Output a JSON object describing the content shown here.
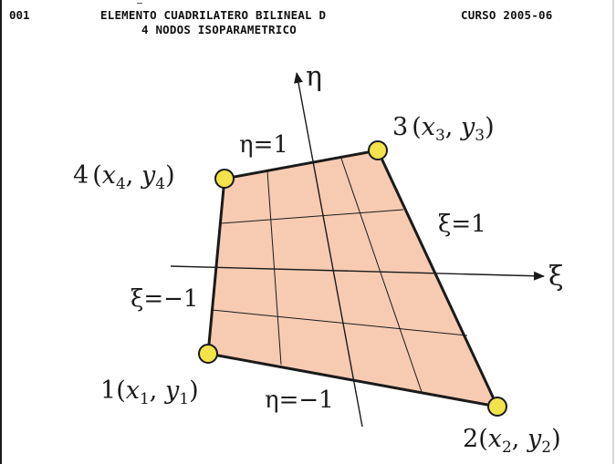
{
  "header": {
    "number": "001",
    "title_line1": "ELEMENTO CUADRILATERO BILINEAL D",
    "title_line2": "4 NODOS ISOPARAMETRICO",
    "course": "CURSO 2005-06"
  },
  "colors": {
    "fill": "#f7cbb2",
    "node": "#f2e34a",
    "line": "#1a1a1a"
  },
  "axes": {
    "eta_symbol": "η",
    "xi_symbol": "ξ"
  },
  "edges": {
    "top": "η=1",
    "bottom": "η=−1",
    "right": "ξ=1",
    "left": "ξ=−1"
  },
  "nodes": [
    {
      "num": "1",
      "x": "x",
      "xs": "1",
      "y": "y",
      "ys": "1"
    },
    {
      "num": "2",
      "x": "x",
      "xs": "2",
      "y": "y",
      "ys": "2"
    },
    {
      "num": "3",
      "x": "x",
      "xs": "3",
      "y": "y",
      "ys": "3"
    },
    {
      "num": "4",
      "x": "x",
      "xs": "4",
      "y": "y",
      "ys": "4"
    }
  ]
}
